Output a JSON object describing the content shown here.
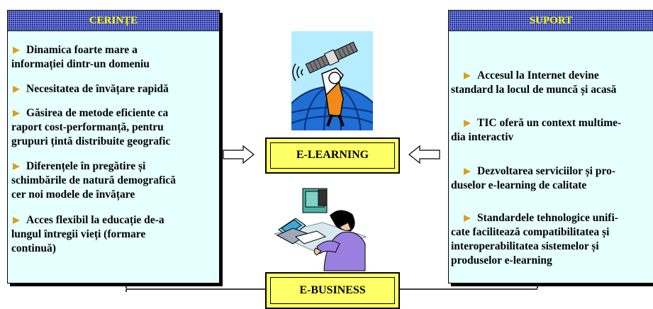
{
  "left_panel": {
    "title": "CERINȚE",
    "items": [
      {
        "lines": [
          "Dinamica foarte mare a",
          "informației dintr-un domeniu"
        ]
      },
      {
        "lines": [
          "Necesitatea de învățare rapidă"
        ]
      },
      {
        "lines": [
          "Găsirea de metode eficiente ca",
          "raport cost-performanță, pentru",
          "grupuri țintă distribuite geografic"
        ]
      },
      {
        "lines": [
          "Diferențele în pregătire și",
          "schimbările de natură demografică",
          "cer noi modele de învățare"
        ]
      },
      {
        "lines": [
          "Acces flexibil la educație de-a",
          "lungul întregii vieți (formare",
          "continuă)"
        ]
      }
    ]
  },
  "right_panel": {
    "title": "SUPORT",
    "items": [
      {
        "lines": [
          "Accesul la Internet devine",
          "standard la locul de muncă și acasă"
        ]
      },
      {
        "lines": [
          "TIC oferă un context multime-",
          "dia interactiv"
        ]
      },
      {
        "lines": [
          "Dezvoltarea serviciilor și pro-",
          "duselor e-learning de calitate"
        ]
      },
      {
        "lines": [
          "Standardele tehnologice unifi-",
          "cate facilitează compatibilitatea și",
          "interoperabilitatea sistemelor și",
          "produselor e-learning"
        ]
      }
    ]
  },
  "center": {
    "elearning_label": "E-LEARNING",
    "ebusiness_label": "E-BUSINESS"
  },
  "colors": {
    "panel_fill": "#e6ffff",
    "header_fill": "#1f2fa8",
    "header_text": "#ffff00",
    "box_fill": "#ffff66",
    "bullet": "#d7a21a"
  },
  "icons": [
    "satellite-globe-clipart",
    "office-worker-computer-clipart",
    "hollow-arrow-right-icon",
    "hollow-arrow-left-icon",
    "up-arrow-icon"
  ]
}
